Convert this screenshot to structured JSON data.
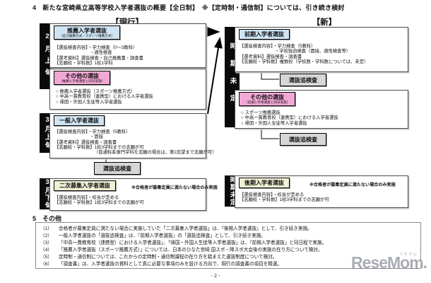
{
  "page": {
    "title": "4　新たな宮崎県立高等学校入学者選抜の概要【全日制】　※【定時制・通信制】については、引き続き検討",
    "section_title": "5　その他",
    "page_number": "- 2 -"
  },
  "col_headers": {
    "current": "【現行】",
    "new_system": "【新】"
  },
  "timeline": {
    "feb_early": "2月上旬",
    "mar_early": "3月上旬",
    "mar_late": "3月下旬",
    "tbd_top": "時期未定",
    "tbd_bottom": "時期未定"
  },
  "labels": {
    "tsuikensa": "選抜追検査"
  },
  "current": {
    "suisen": {
      "title": "推薦入学者選抜",
      "subtitle": "（自己推薦方式・スポーツ推薦方式）",
      "lines": [
        "【選抜検査内容】・学力検査（0～3教科）",
        "・適性検査",
        "【選考資料】選抜検査・自己推薦書・調査書",
        "【志願校・学科数】1校1学科"
      ]
    },
    "sonota": {
      "title": "その他の選抜",
      "subtitle": "（推薦入学者選抜と同日実施）",
      "items": [
        "○ 推薦入学者選抜（スポーツ推薦方式）",
        "○ 中高一貫教育校（連携型）における入学者選抜",
        "○ 帰国・外国人生徒等入学者選抜"
      ]
    },
    "ippan": {
      "title": "一般入学者選抜",
      "lines": [
        "【選抜検査内容】・学力検査（5教科）",
        "・面接",
        "【選考資料】選抜検査・調査書",
        "【志願校・学科数】1校3学科までの志願が可",
        "（普通科系専門学科を志願の場合は、第2志望まで志願が可）"
      ]
    },
    "niji": {
      "title": "二次募集入学者選抜",
      "note": "※合格者が募集定員に満たない場合のみ実施",
      "lines": [
        "【選抜検査内容】・校長が定める",
        "【志願校・学科数】1校3学科までの志願が可"
      ]
    }
  },
  "new_system": {
    "zenki": {
      "title": "前期入学者選抜",
      "lines": [
        "【選抜検査内容】・学力検査（5教科）",
        "・学校独自検査（面接、適性検査等）",
        "【選考資料】選抜検査・調査書",
        "【志願校・学科数】複数校（学校数・学科数については、未定）"
      ]
    },
    "sonota": {
      "title": "その他の選抜",
      "subtitle": "（前期入学者選抜と同日実施）",
      "items": [
        "○ スポーツ推薦選抜",
        "○ 中高一貫教育校（連携型）における入学者選抜",
        "○ 帰国・外国人生徒等入学者選抜"
      ]
    },
    "kouki": {
      "title": "後期入学者選抜",
      "note": "※合格者が募集定員に満たない場合のみ実施",
      "lines": [
        "【選抜検査内容】・校長が定める",
        "【志願校・学科数】1校3学科までの志願が可"
      ]
    }
  },
  "notes_list": {
    "items": [
      {
        "num": "（1）",
        "text": "合格者が募集定員に満たない場合に実施していた「二次募集入学者選抜」は、『後期入学者選抜』として、引き続き実施。"
      },
      {
        "num": "（2）",
        "text": "一般入学者選抜の「選抜追検査」は、『前期入学者選抜』の「選抜追検査」として、引き続き実施。"
      },
      {
        "num": "（3）",
        "text": "「中高一貫教育校（連携型）における入学者選抜」、「帰国・外国人生徒等入学者選抜」は、『前期入学者選抜』と同日程で実施。"
      },
      {
        "num": "（4）",
        "text": "「推薦入学者選抜（スポーツ推薦方式）」については、日本のひなた宮崎 国スポ・障スポ大会後の実施の在り方について検討。"
      },
      {
        "num": "（5）",
        "text": "定時制・通信制については、これからの定時制・通信制課程の在り方を踏まえた選抜制度について検討。"
      },
      {
        "num": "（6）",
        "text": "「調査書」は、入学者選抜の資料として真に必要な事項のみを設ける方向で、現行の調査書の項目を精選。"
      }
    ]
  },
  "watermark": {
    "text": "ReseMom.",
    "ruby": "リセマム"
  }
}
